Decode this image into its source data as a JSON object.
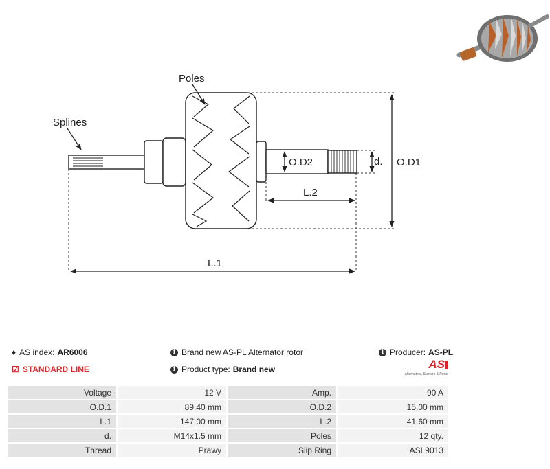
{
  "diagram": {
    "labels": {
      "poles": "Poles",
      "splines": "Splines",
      "od1": "O.D1",
      "od2": "O.D2",
      "d": "d.",
      "l1": "L.1",
      "l2": "L.2"
    }
  },
  "info": {
    "as_index_label": "AS index:",
    "as_index_value": "AR6006",
    "standard_line": "STANDARD LINE",
    "description": "Brand new AS-PL Alternator rotor",
    "product_type_label": "Product type:",
    "product_type_value": "Brand new",
    "producer_label": "Producer:",
    "producer_value": "AS-PL"
  },
  "logo": {
    "mark": "AS",
    "tagline": "Alternators, Starters & Parts"
  },
  "specs": [
    [
      "Voltage",
      "12 V",
      "Amp.",
      "90 A"
    ],
    [
      "O.D.1",
      "89.40 mm",
      "O.D.2",
      "15.00 mm"
    ],
    [
      "L.1",
      "147.00 mm",
      "L.2",
      "41.60 mm"
    ],
    [
      "d.",
      "M14x1.5 mm",
      "Poles",
      "12 qty."
    ],
    [
      "Thread",
      "Prawy",
      "Slip Ring",
      "ASL9013"
    ]
  ],
  "colors": {
    "accent_red": "#d9262b",
    "key_cell": "#e3e3e3",
    "value_cell": "#f3f3f3"
  }
}
